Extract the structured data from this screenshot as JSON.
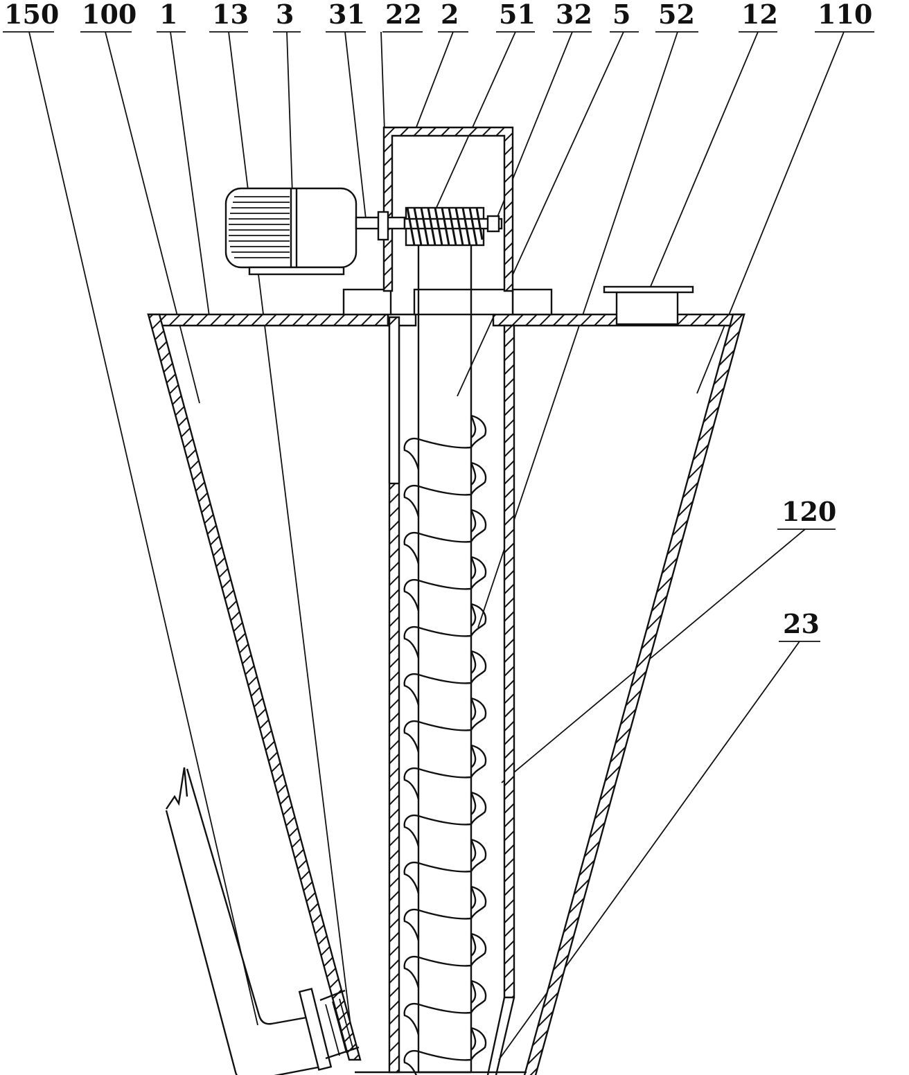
{
  "figure": {
    "labels": {
      "l150": "150",
      "l100": "100",
      "l1": "1",
      "l13": "13",
      "l3": "3",
      "l31": "31",
      "l22": "22",
      "l2": "2",
      "l51": "51",
      "l32": "32",
      "l5": "5",
      "l52": "52",
      "l12": "12",
      "l110": "110",
      "l120": "120",
      "l23": "23"
    },
    "line_color": "#111111",
    "background": "#ffffff"
  }
}
